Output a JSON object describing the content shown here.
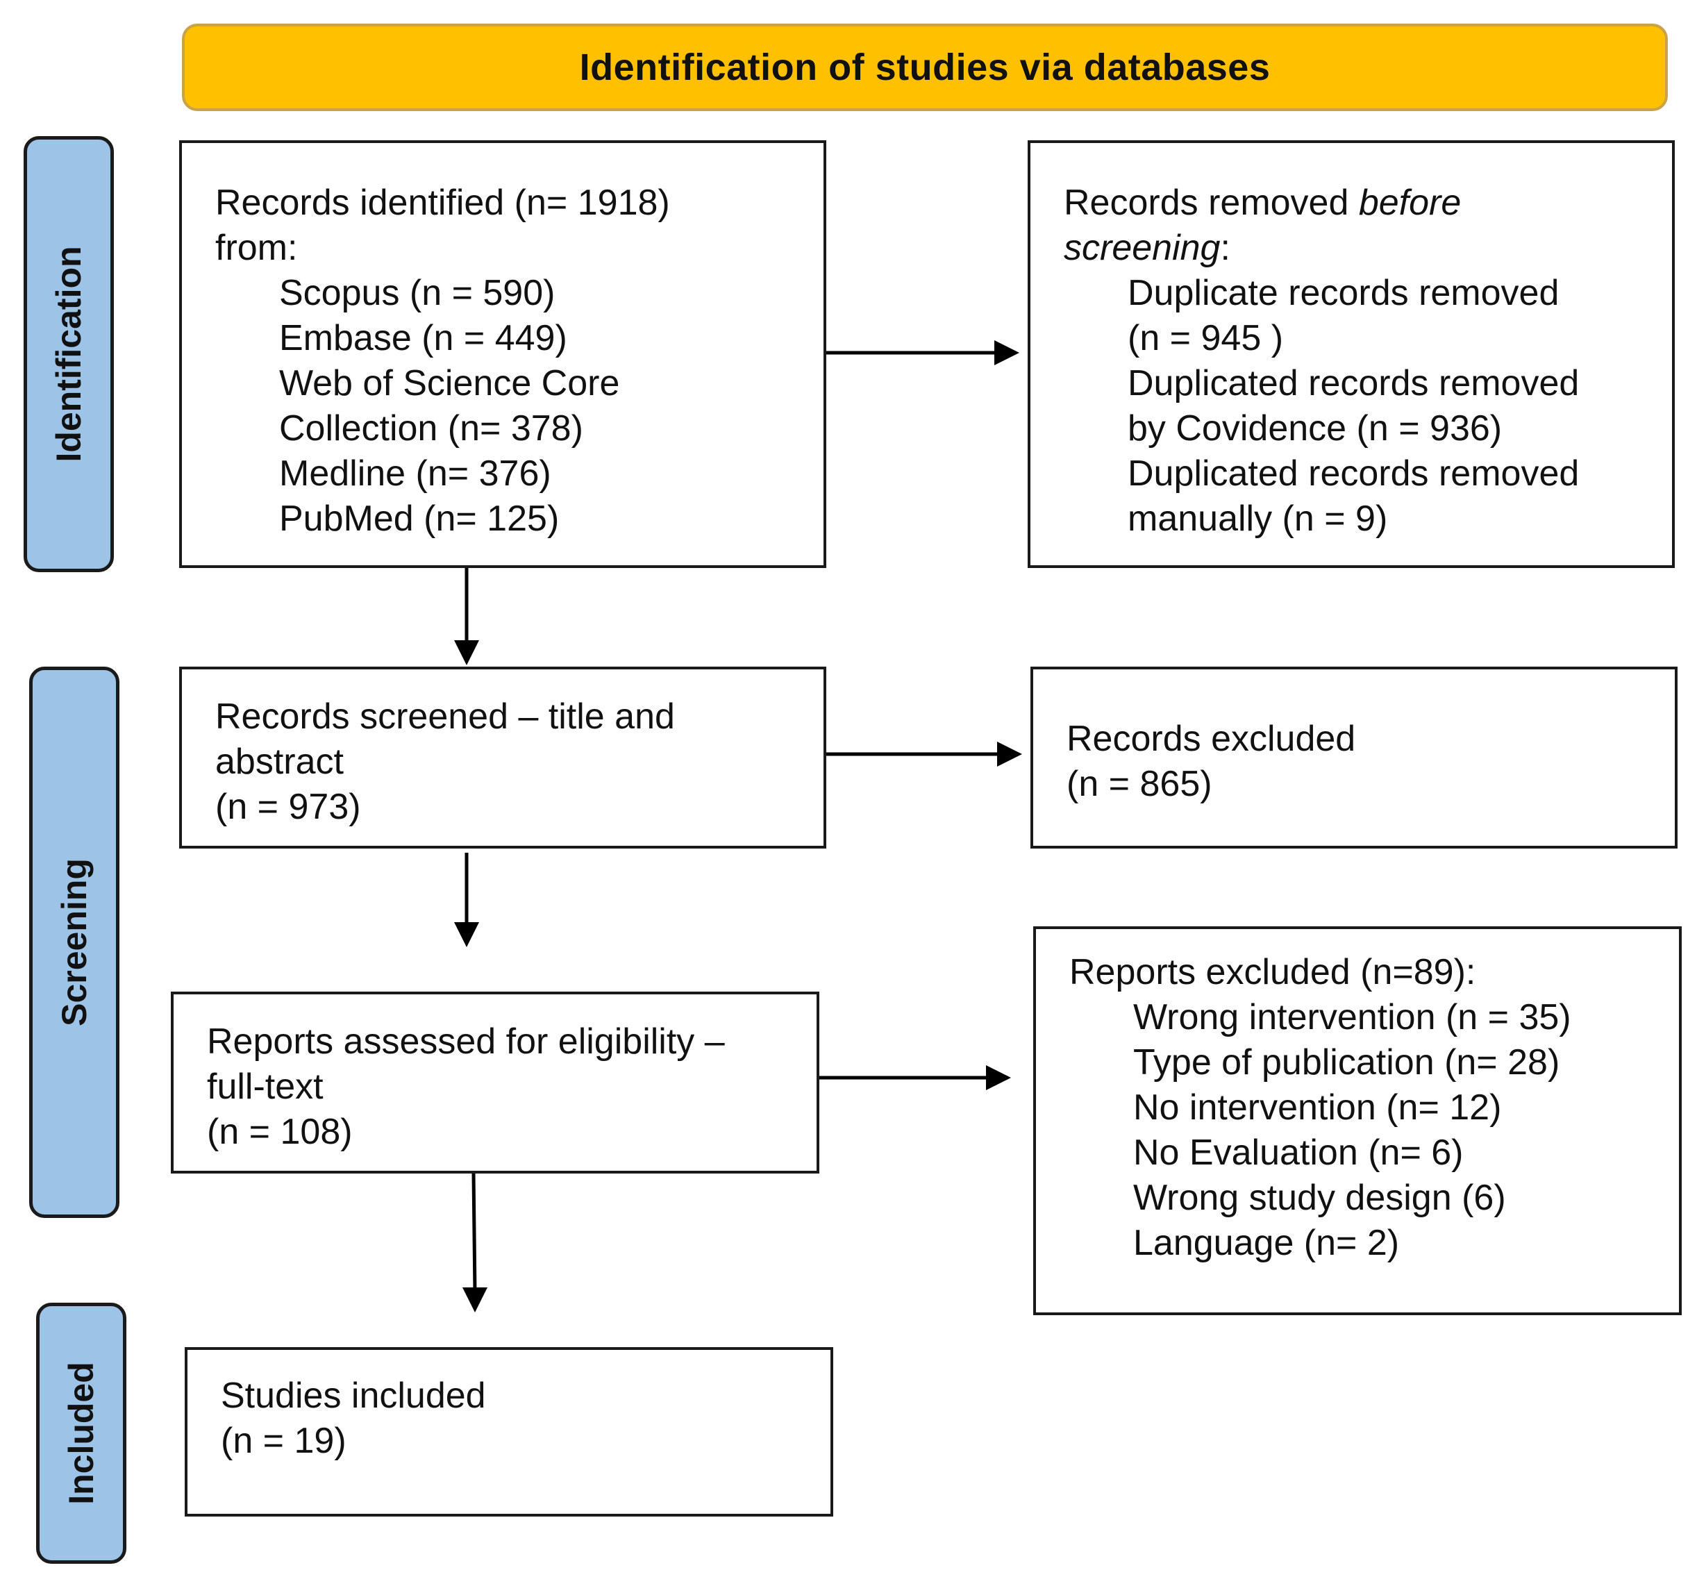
{
  "header": {
    "title": "Identification of studies via databases"
  },
  "stages": {
    "identification": "Identification",
    "screening": "Screening",
    "included": "Included"
  },
  "boxes": {
    "records_identified": {
      "title": "Records identified (n= 1918)",
      "title2": "from:",
      "items": [
        "Scopus (n = 590)",
        "Embase (n = 449)",
        "Web of Science Core",
        "Collection (n= 378)",
        "Medline (n= 376)",
        "PubMed (n= 125)"
      ]
    },
    "records_removed": {
      "title_start": "Records removed ",
      "title_em1": "before",
      "title_em2": "screening",
      "title_colon": ":",
      "items": [
        "Duplicate records removed",
        "(n = 945 )",
        "Duplicated records removed",
        "by Covidence (n = 936)",
        "Duplicated records removed",
        "manually (n = 9)"
      ]
    },
    "records_screened": {
      "lines": [
        "Records screened – title and",
        "abstract",
        "(n = 973)"
      ]
    },
    "records_excluded": {
      "lines": [
        "Records excluded",
        "(n = 865)"
      ]
    },
    "reports_assessed": {
      "lines": [
        "Reports assessed for eligibility –",
        "full-text",
        "(n = 108)"
      ]
    },
    "reports_excluded": {
      "title": "Reports excluded (n=89):",
      "items": [
        "Wrong intervention (n = 35)",
        "Type of publication (n= 28)",
        "No intervention (n= 12)",
        "No Evaluation (n= 6)",
        "Wrong study design (6)",
        "Language (n= 2)"
      ]
    },
    "studies_included": {
      "lines": [
        "Studies included",
        "(n = 19)"
      ]
    }
  }
}
